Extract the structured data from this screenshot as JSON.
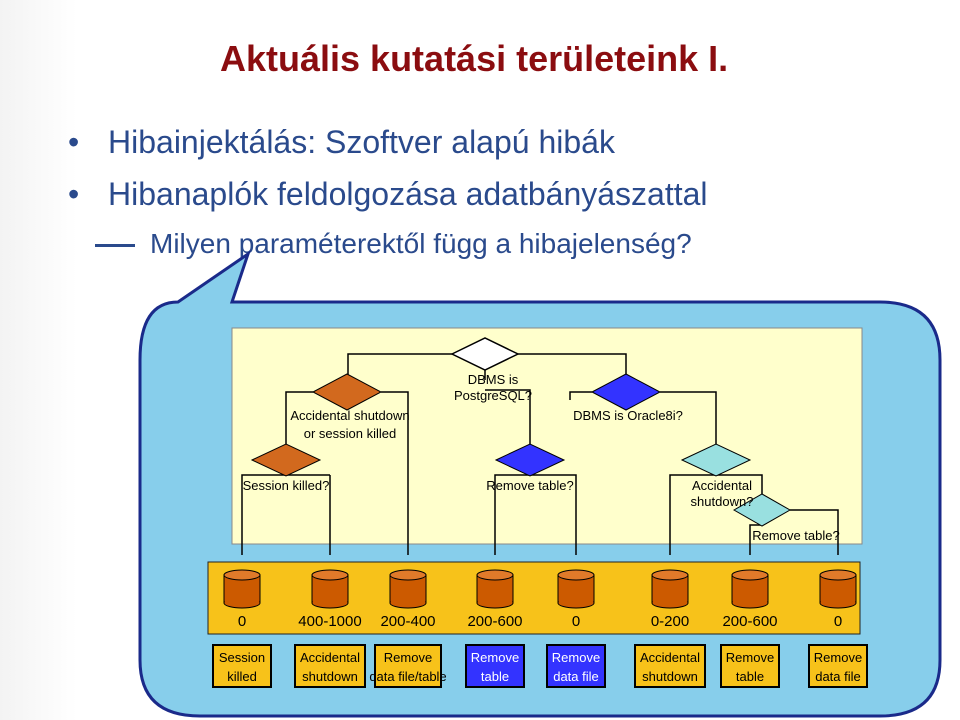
{
  "slide": {
    "title": "Aktuális kutatási területeink I.",
    "bullets": [
      "Hibainjektálás: Szoftver alapú hibák",
      "Hibanaplók feldolgozása adatbányászattal"
    ],
    "sub_bullet": "Milyen paraméterektől függ a hibajelenség?"
  },
  "tree": {
    "decisions": {
      "root": "DBMS is PostgreSQL?",
      "accidental_shutdown_or_killed": "Accidental shutdown or session killed",
      "oracle": "DBMS is Oracle8i?",
      "session_killed": "Session killed?",
      "remove_table": "Remove table?",
      "accidental_shutdown": "Accidental shutdown?",
      "remove_table_2": "Remove table?"
    },
    "leaves": [
      {
        "value": "0",
        "label_line1": "Session",
        "label_line2": "killed"
      },
      {
        "value": "400-1000",
        "label_line1": "Accidental",
        "label_line2": "shutdown"
      },
      {
        "value": "200-400",
        "label_line1": "Remove",
        "label_line2": "data file/table"
      },
      {
        "value": "200-600",
        "label_line1": "Remove",
        "label_line2": "table"
      },
      {
        "value": "0",
        "label_line1": "Remove",
        "label_line2": "data file"
      },
      {
        "value": "0-200",
        "label_line1": "Accidental",
        "label_line2": "shutdown"
      },
      {
        "value": "200-600",
        "label_line1": "Remove",
        "label_line2": "table"
      },
      {
        "value": "0",
        "label_line1": "Remove",
        "label_line2": "data file"
      }
    ]
  },
  "colors": {
    "title": "#8b0d10",
    "text": "#2a4a8c",
    "callout_fill": "#87ceeb",
    "callout_stroke": "#1a2a8a",
    "tree_bg": "#ffffcc",
    "leaf_band": "#f7c21a",
    "orange_node": "#d2691e",
    "blue_node": "#3333ff",
    "teal_node": "#99e0e0",
    "cylinder": "#cc5a00"
  }
}
